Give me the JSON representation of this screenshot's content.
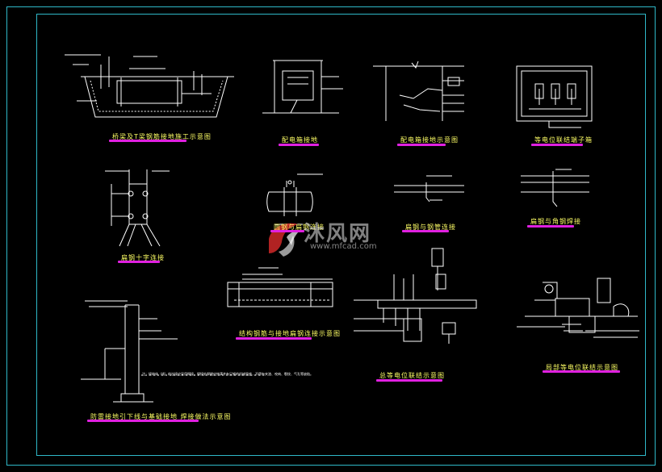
{
  "drawing": {
    "captions": [
      "桥梁及T梁钢筋接地施工示意图",
      "配电箱接地",
      "配电箱接地示意图",
      "等电位联结端子箱",
      "扁钢十字连接",
      "圆钢与扁钢连接",
      "扁钢与钢管连接",
      "扁钢与角钢焊接",
      "防雷接地引下线与基础接地  焊接做法示意图",
      "结构钢筋与接地扁钢连接示意图",
      "总等电位联结示意图",
      "局部等电位联结示意图"
    ],
    "notes": [
      "注：接地体（线）的连接应采用焊接，焊接处焊缝应饱满并有足够的机械强度，不得有夹渣、咬肉、裂纹、气孔等缺陷。"
    ]
  },
  "watermark": {
    "title": "沐风网",
    "url": "www.mfcad.com"
  },
  "colors": {
    "background": "#000000",
    "frame": "#2fb8c8",
    "linework": "#ffffff",
    "caption_text": "#ffff66",
    "caption_underline": "#e020e0",
    "watermark_red": "#d02828"
  }
}
